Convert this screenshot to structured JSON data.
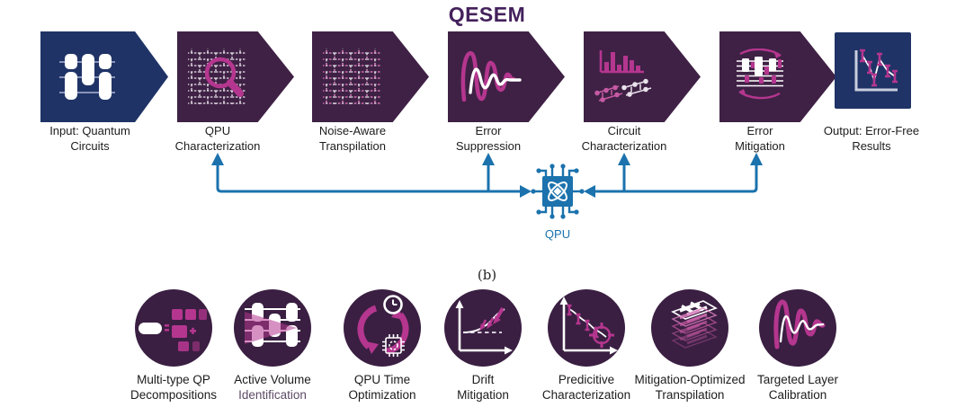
{
  "title": "QESEM",
  "subfigure_label": "(b)",
  "colors": {
    "navy": "#1f3366",
    "plum": "#3f2145",
    "magenta": "#b5368f",
    "arrow_blue": "#1b72ad",
    "title_purple": "#44215c",
    "circle_purple": "#3a1f42"
  },
  "pipeline": {
    "stages": [
      {
        "line1": "Input: Quantum",
        "line2": "Circuits",
        "icon": "quantum-circuit-icon"
      },
      {
        "line1": "QPU",
        "line2": "Characterization",
        "icon": "brick-magnifier-icon"
      },
      {
        "line1": "Noise-Aware",
        "line2": "Transpilation",
        "icon": "noisy-brick-icon"
      },
      {
        "line1": "Error",
        "line2": "Suppression",
        "icon": "pulse-waves-icon"
      },
      {
        "line1": "Circuit",
        "line2": "Characterization",
        "icon": "histogram-circuits-icon"
      },
      {
        "line1": "Error",
        "line2": "Mitigation",
        "icon": "circuit-refresh-icon"
      },
      {
        "line1": "Output: Error-Free",
        "line2": "Results",
        "icon": "errorbar-chart-icon"
      }
    ]
  },
  "qpu": {
    "label": "QPU"
  },
  "features": [
    {
      "line1": "Multi-type QP",
      "line2": "Decompositions",
      "icon": "decomposition-icon"
    },
    {
      "line1": "Active Volume",
      "line2": "Identification",
      "icon": "active-volume-icon"
    },
    {
      "line1": "QPU Time",
      "line2": "Optimization",
      "icon": "time-optimization-icon"
    },
    {
      "line1": "Drift",
      "line2": "Mitigation",
      "icon": "drift-mitigation-icon"
    },
    {
      "line1": "Predicitive",
      "line2": "Characterization",
      "icon": "predictive-characterization-icon"
    },
    {
      "line1": "Mitigation-Optimized",
      "line2": "Transpilation",
      "icon": "layered-transpilation-icon"
    },
    {
      "line1": "Targeted Layer",
      "line2": "Calibration",
      "icon": "wave-calibration-icon"
    }
  ]
}
